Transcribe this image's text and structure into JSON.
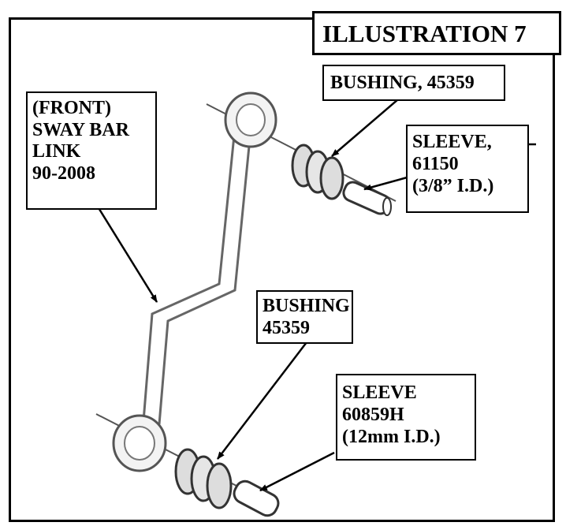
{
  "illustration": {
    "title": "ILLUSTRATION 7",
    "labels": {
      "bushing_top": "BUSHING, 45359",
      "sleeve_top": "SLEEVE,\n61150\n(3/8” I.D.)",
      "front_link": "(FRONT)\nSWAY BAR\nLINK\n90-2008",
      "bushing_bottom": "BUSHING\n45359",
      "sleeve_bottom": "SLEEVE\n60859H\n(12mm I.D.)"
    }
  }
}
